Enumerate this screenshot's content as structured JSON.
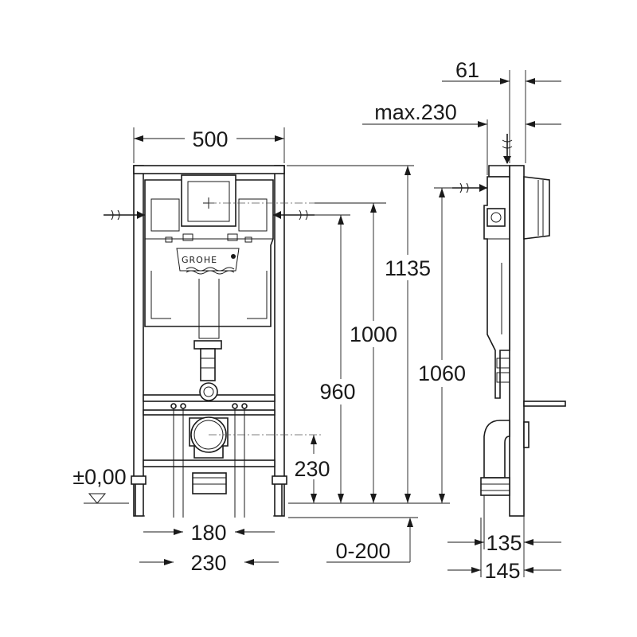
{
  "dimensions": {
    "width_frame": "500",
    "height_total": "1135",
    "height_inlet": "1000",
    "height_outlet_right": "960",
    "height_side_inlet": "1060",
    "height_outlet": "230",
    "foot_range": "0-200",
    "width_inner_bolts": "180",
    "width_outer_bolts": "230",
    "floor_level": "±0,00",
    "depth_top": "61",
    "depth_max": "max.230",
    "depth_bottom_1": "135",
    "depth_bottom_2": "145"
  },
  "logo": {
    "brand": "GROHE"
  },
  "colors": {
    "line": "#1a1a1a",
    "background": "#ffffff"
  }
}
